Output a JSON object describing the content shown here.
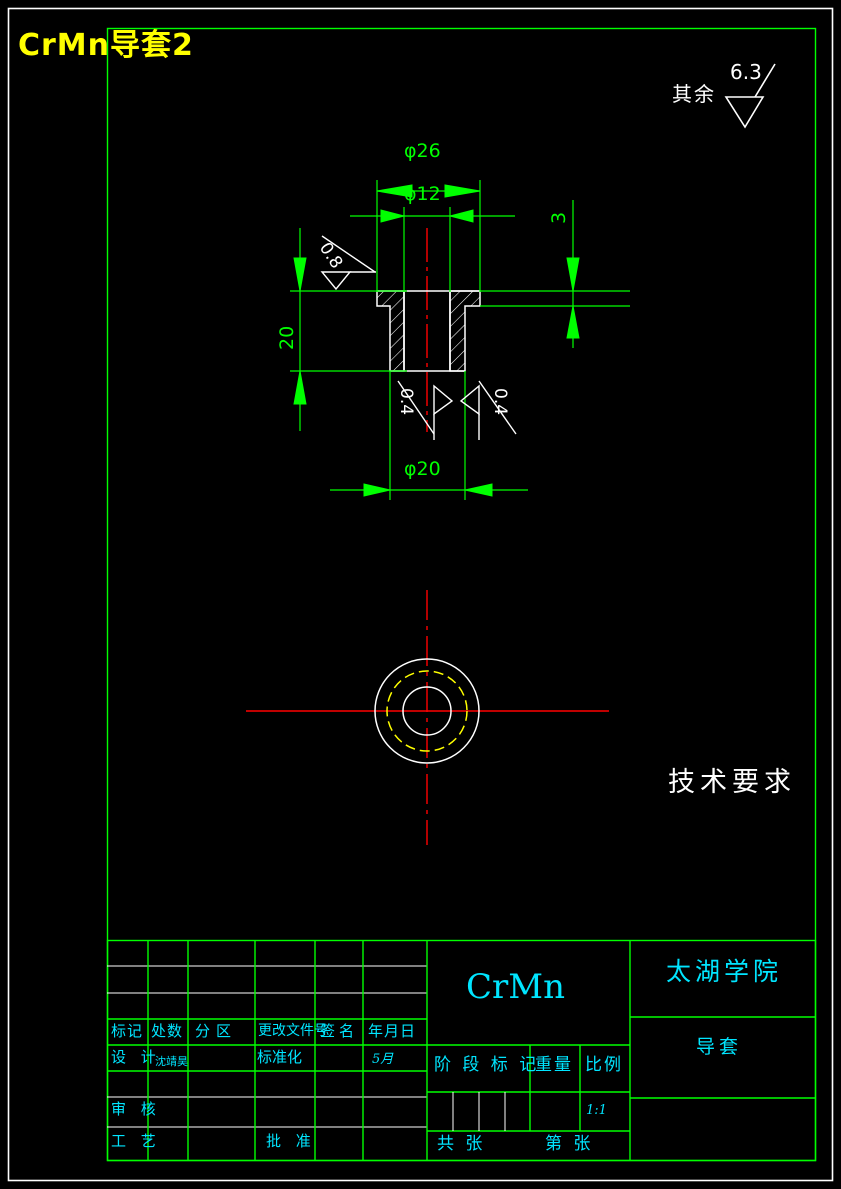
{
  "doc": {
    "window_title": "CrMn导套2",
    "general_roughness_label": "其余",
    "general_roughness_value": "6.3",
    "tech_req_heading": "技术要求"
  },
  "dimensions": {
    "outer_diameter": "φ26",
    "bore_diameter": "φ12",
    "body_diameter": "φ20",
    "body_length": "20",
    "flange_thickness": "3"
  },
  "roughness": {
    "flange_face": "0.8",
    "bore_left": "0.4",
    "bore_right": "0.4"
  },
  "title_block": {
    "revision_headers": [
      "标记",
      "处数",
      "分区",
      "更改文件号",
      "签名",
      "年月日"
    ],
    "rows": [
      {
        "label": "设 计",
        "name": "沈靖昊",
        "mid": "标准化",
        "date": "5月"
      },
      {
        "label": "",
        "name": "",
        "mid": "",
        "date": ""
      },
      {
        "label": "审 核",
        "name": "",
        "mid": "",
        "date": ""
      },
      {
        "label": "工 艺",
        "name": "",
        "mid": "批 准",
        "date": ""
      }
    ],
    "material": "CrMn",
    "stage_mark": "阶 段 标 记",
    "weight": "重量",
    "scale_label": "比例",
    "scale_value": "1:1",
    "sheet_total": "共    张",
    "sheet_index": "第    张",
    "institution": "太湖学院",
    "part_name": "导套"
  },
  "colors": {
    "background": "#000000",
    "title_text": "#ffff00",
    "frame_outer": "#ffffff",
    "frame_inner": "#00ff00",
    "dimension": "#00ff00",
    "part_outline": "#ffffff",
    "centerline": "#ff0000",
    "hidden_line": "#ffff00",
    "table_text": "#00e5ff"
  }
}
